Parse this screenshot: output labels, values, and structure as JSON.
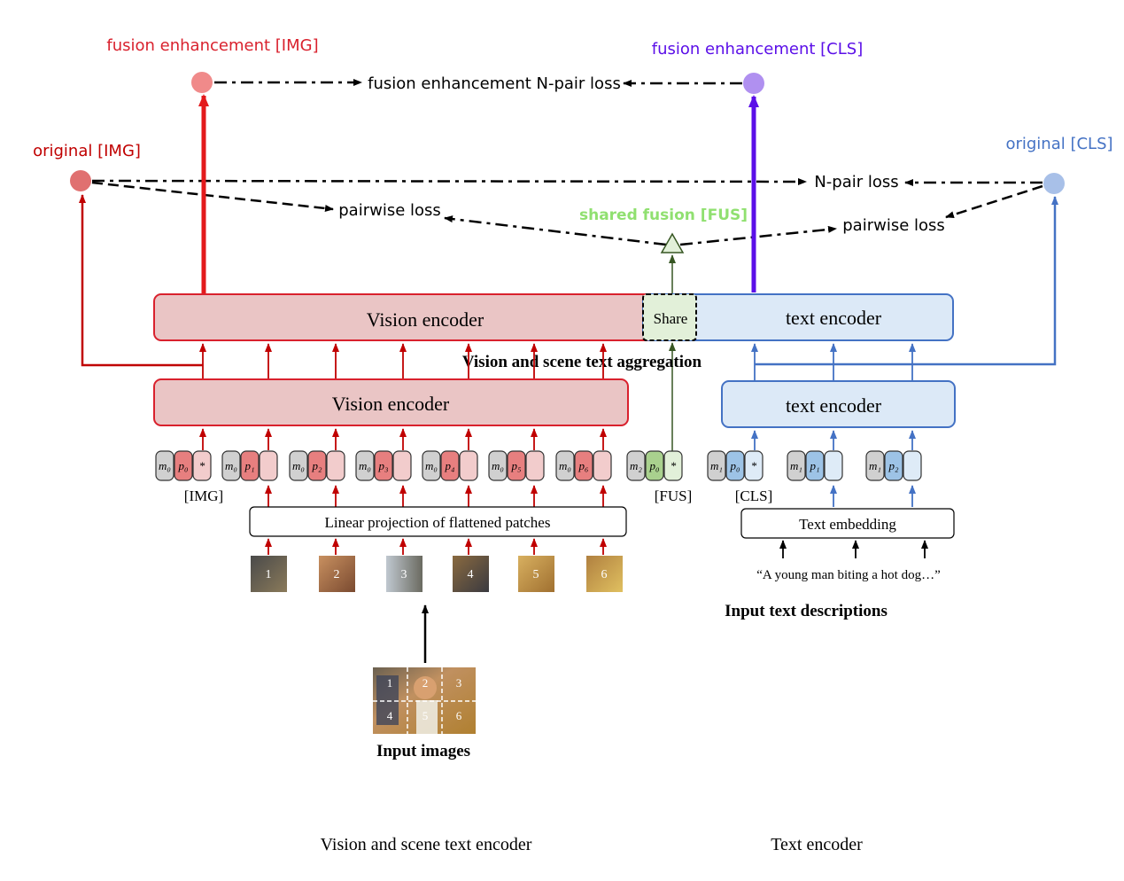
{
  "colors": {
    "red": "#d9212d",
    "dark_red": "#c00000",
    "purple": "#5b0fe8",
    "blue": "#4472c4",
    "green": "#90e070",
    "dark_green": "#375623",
    "vision_fill": "#eac5c5",
    "vision_border": "#d9212d",
    "text_fill": "#dce9f7",
    "text_border": "#4472c4",
    "share_fill": "#e2f0d9",
    "token_gray": "#d0d0d0",
    "token_red": "#e77f7f",
    "token_pink": "#f2cccc",
    "token_blue": "#9dc3e6",
    "token_lightblue": "#deebf7",
    "token_green": "#a9d18e"
  },
  "labels": {
    "fusion_img": "fusion enhancement [IMG]",
    "fusion_cls": "fusion enhancement [CLS]",
    "fusion_loss": "fusion enhancement N-pair loss",
    "original_img": "original [IMG]",
    "original_cls": "original [CLS]",
    "npair_loss": "N-pair loss",
    "pairwise_loss_left": "pairwise loss",
    "pairwise_loss_right": "pairwise loss",
    "shared_fusion": "shared fusion [FUS]",
    "vision_encoder_top": "Vision encoder",
    "share": "Share",
    "text_encoder_top": "text encoder",
    "aggregation": "Vision and scene text aggregation",
    "vision_encoder_bottom": "Vision encoder",
    "text_encoder_bottom": "text encoder",
    "img_token": "[IMG]",
    "fus_token": "[FUS]",
    "cls_token": "[CLS]",
    "linear_projection": "Linear projection of flattened patches",
    "text_embedding": "Text embedding",
    "quote": "“A young man biting a hot dog…”",
    "input_text": "Input text descriptions",
    "input_images": "Input images",
    "caption_left": "Vision and scene text encoder",
    "caption_right": "Text encoder"
  },
  "patch_numbers": [
    "1",
    "2",
    "3",
    "4",
    "5",
    "6"
  ],
  "grid_numbers": [
    "1",
    "2",
    "3",
    "4",
    "5",
    "6"
  ],
  "token_groups": [
    {
      "m": "m₀",
      "p": "p₀",
      "star": "*"
    },
    {
      "m": "m₀",
      "p": "p₁"
    },
    {
      "m": "m₀",
      "p": "p₂"
    },
    {
      "m": "m₀",
      "p": "p₃"
    },
    {
      "m": "m₀",
      "p": "p₄"
    },
    {
      "m": "m₀",
      "p": "p₅"
    },
    {
      "m": "m₀",
      "p": "p₆"
    },
    {
      "m": "m₂",
      "p": "p₀",
      "star": "*"
    },
    {
      "m": "m₁",
      "p": "p₀",
      "star": "*"
    },
    {
      "m": "m₁",
      "p": "p₁"
    },
    {
      "m": "m₁",
      "p": "p₂"
    }
  ]
}
